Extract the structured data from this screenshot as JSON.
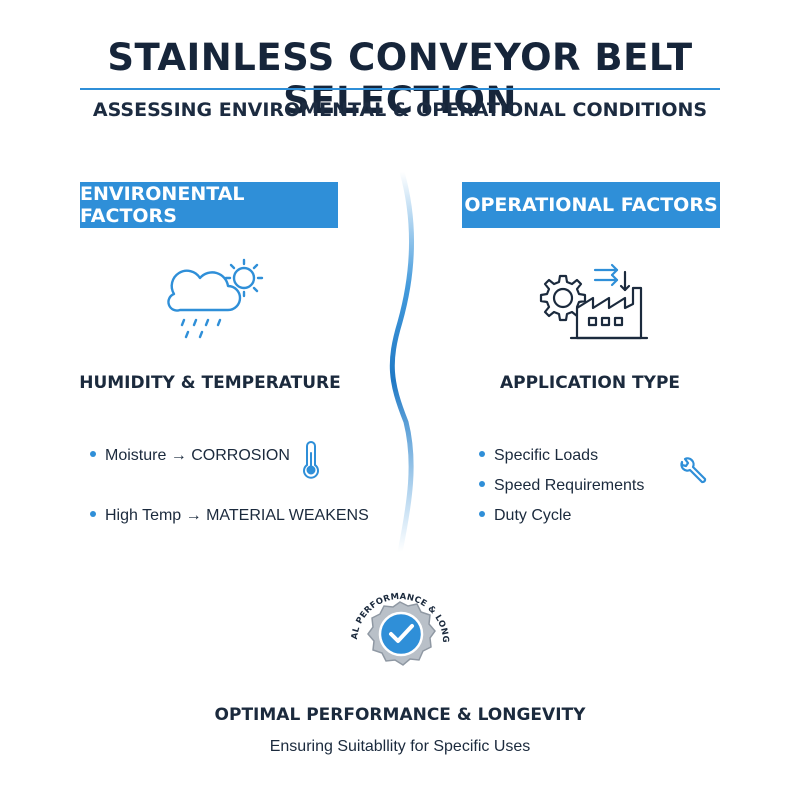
{
  "header": {
    "title": "STAINLESS CONVEYOR BELT SELECTION",
    "subtitle": "ASSESSING ENVIROMENTAL & OPERATIONAL CONDITIONS"
  },
  "left": {
    "header": "ENVIRONENTAL FACTORS",
    "icon": "weather-cloud-sun-rain-icon",
    "heading": "HUMIDITY & TEMPERATURE",
    "bullets": [
      "Moisture → CORROSION",
      "High Temp → MATERIAL WEAKENS"
    ],
    "side_icon": "thermometer-icon"
  },
  "right": {
    "header": "OPERATIONAL FACTORS",
    "icon": "gear-factory-icon",
    "heading": "APPLICATION TYPE",
    "bullets": [
      "Specific Loads",
      "Speed Requirements",
      "Duty Cycle"
    ],
    "side_icon": "wrench-icon"
  },
  "badge": {
    "ring_text": "OPTIMAL PERFORMANCE & LONGEVITY",
    "icon": "checkmark-badge-icon"
  },
  "footer": {
    "title": "OPTIMAL PERFORMANCE & LONGEVITY",
    "subtitle": "Ensuring Suitabllity for Specific Uses"
  },
  "colors": {
    "accent": "#2f8fd8",
    "text": "#1b2a3d",
    "badge_gray": "#b9c0c8"
  }
}
